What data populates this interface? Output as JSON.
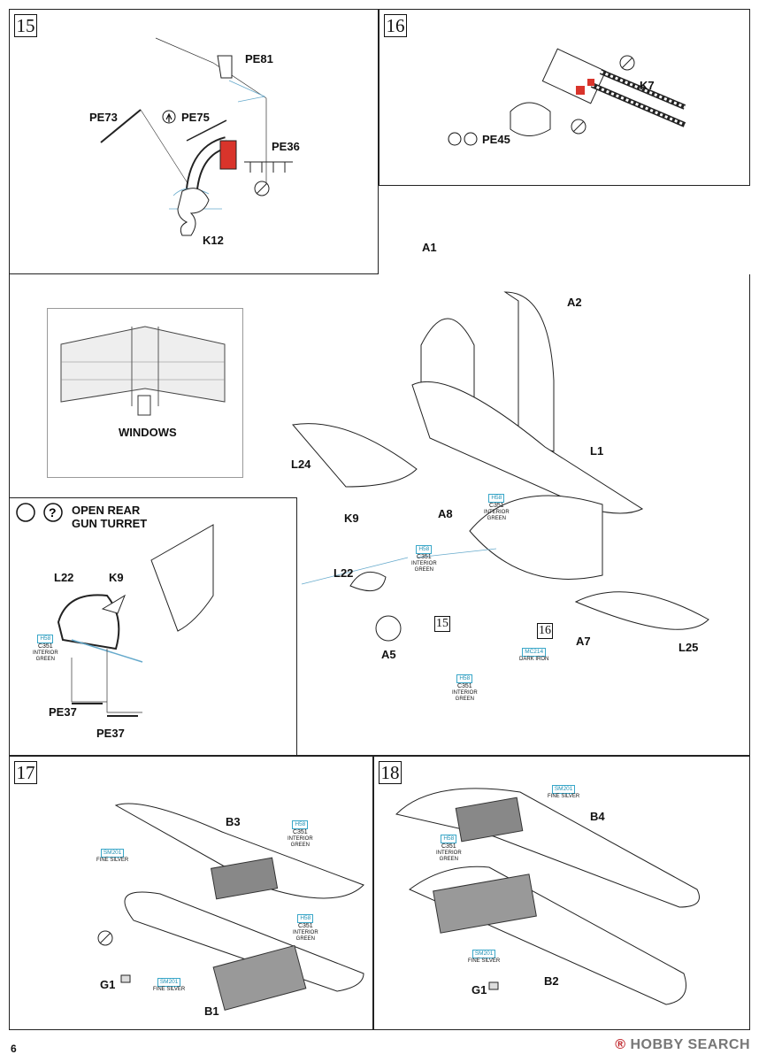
{
  "page": {
    "number": "6",
    "watermark": "HOBBY SEARCH",
    "watermark_mark": "®"
  },
  "step15": {
    "num": "15",
    "parts": {
      "pe81": "PE81",
      "pe73": "PE73",
      "pe75": "PE75",
      "pe36": "PE36",
      "k12": "K12"
    }
  },
  "step16": {
    "num": "16",
    "parts": {
      "k7": "K7",
      "pe45": "PE45"
    }
  },
  "inset_windows": {
    "label": "WINDOWS"
  },
  "turret": {
    "title_line1": "OPEN REAR",
    "title_line2": "GUN TURRET",
    "parts": {
      "l22": "L22",
      "k9": "K9",
      "pe37a": "PE37",
      "pe37b": "PE37"
    },
    "paint": {
      "code": "H58",
      "code2": "C351",
      "name1": "INTERIOR",
      "name2": "GREEN"
    }
  },
  "main": {
    "parts": {
      "a1": "A1",
      "a2": "A2",
      "l1": "L1",
      "l24": "L24",
      "k9": "K9",
      "a8": "A8",
      "l22": "L22",
      "a5": "A5",
      "a7": "A7",
      "l25": "L25"
    },
    "ref15": "15",
    "ref16": "16",
    "paint_a": {
      "code": "H58",
      "code2": "C351",
      "name1": "INTERIOR",
      "name2": "GREEN"
    },
    "paint_b": {
      "code": "H58",
      "code2": "C351",
      "name1": "INTERIOR",
      "name2": "GREEN"
    },
    "paint_c": {
      "code": "H58",
      "code2": "C351",
      "name1": "INTERIOR",
      "name2": "GREEN"
    },
    "paint_d": {
      "code": "MC214",
      "name": "DARK IRON"
    }
  },
  "step17": {
    "num": "17",
    "parts": {
      "b3": "B3",
      "g1": "G1",
      "b1": "B1"
    },
    "paint_silver1": {
      "code": "SM201",
      "name": "FINE SILVER"
    },
    "paint_green1": {
      "code": "H58",
      "code2": "C351",
      "name1": "INTERIOR",
      "name2": "GREEN"
    },
    "paint_green2": {
      "code": "H58",
      "code2": "C351",
      "name1": "INTERIOR",
      "name2": "GREEN"
    },
    "paint_silver2": {
      "code": "SM201",
      "name": "FINE SILVER"
    }
  },
  "step18": {
    "num": "18",
    "parts": {
      "b4": "B4",
      "g1": "G1",
      "b2": "B2"
    },
    "paint_silver1": {
      "code": "SM201",
      "name": "FINE SILVER"
    },
    "paint_green1": {
      "code": "H58",
      "code2": "C351",
      "name1": "INTERIOR",
      "name2": "GREEN"
    },
    "paint_silver2": {
      "code": "SM201",
      "name": "FINE SILVER"
    }
  }
}
